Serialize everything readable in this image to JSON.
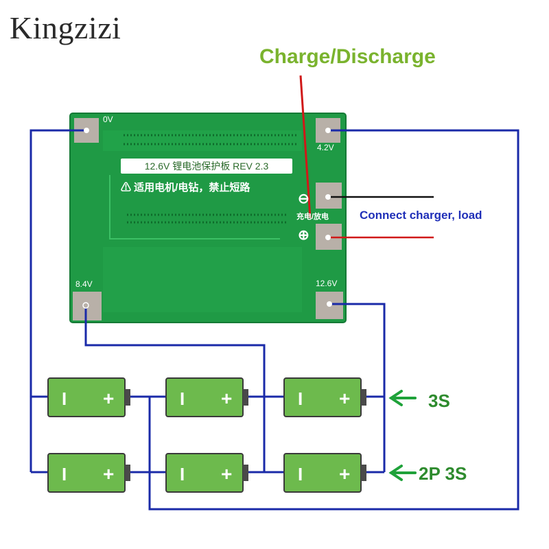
{
  "brand": "Kingzizi",
  "labels": {
    "charge_discharge": "Charge/Discharge",
    "connect": "Connect charger, load",
    "config_3s": "3S",
    "config_2p3s": "2P 3S"
  },
  "pcb": {
    "title": "12.6V 锂电池保护板 REV 2.3",
    "warning": "适用电机/电钻，禁止短路",
    "pad_0v": "0V",
    "pad_42v": "4.2V",
    "pad_84v": "8.4V",
    "pad_126v": "12.6V",
    "side_text": "充电/放电",
    "minus_sign": "⊖",
    "plus_sign": "⊕"
  },
  "battery": {
    "neg": "I",
    "pos": "+"
  },
  "colors": {
    "pcb_green": "#1f9a45",
    "battery_green": "#6dba4d",
    "wire_blue": "#1a2aa8",
    "wire_red": "#d01818",
    "label_green": "#7ab32e",
    "config_green": "#2e8b2e"
  }
}
